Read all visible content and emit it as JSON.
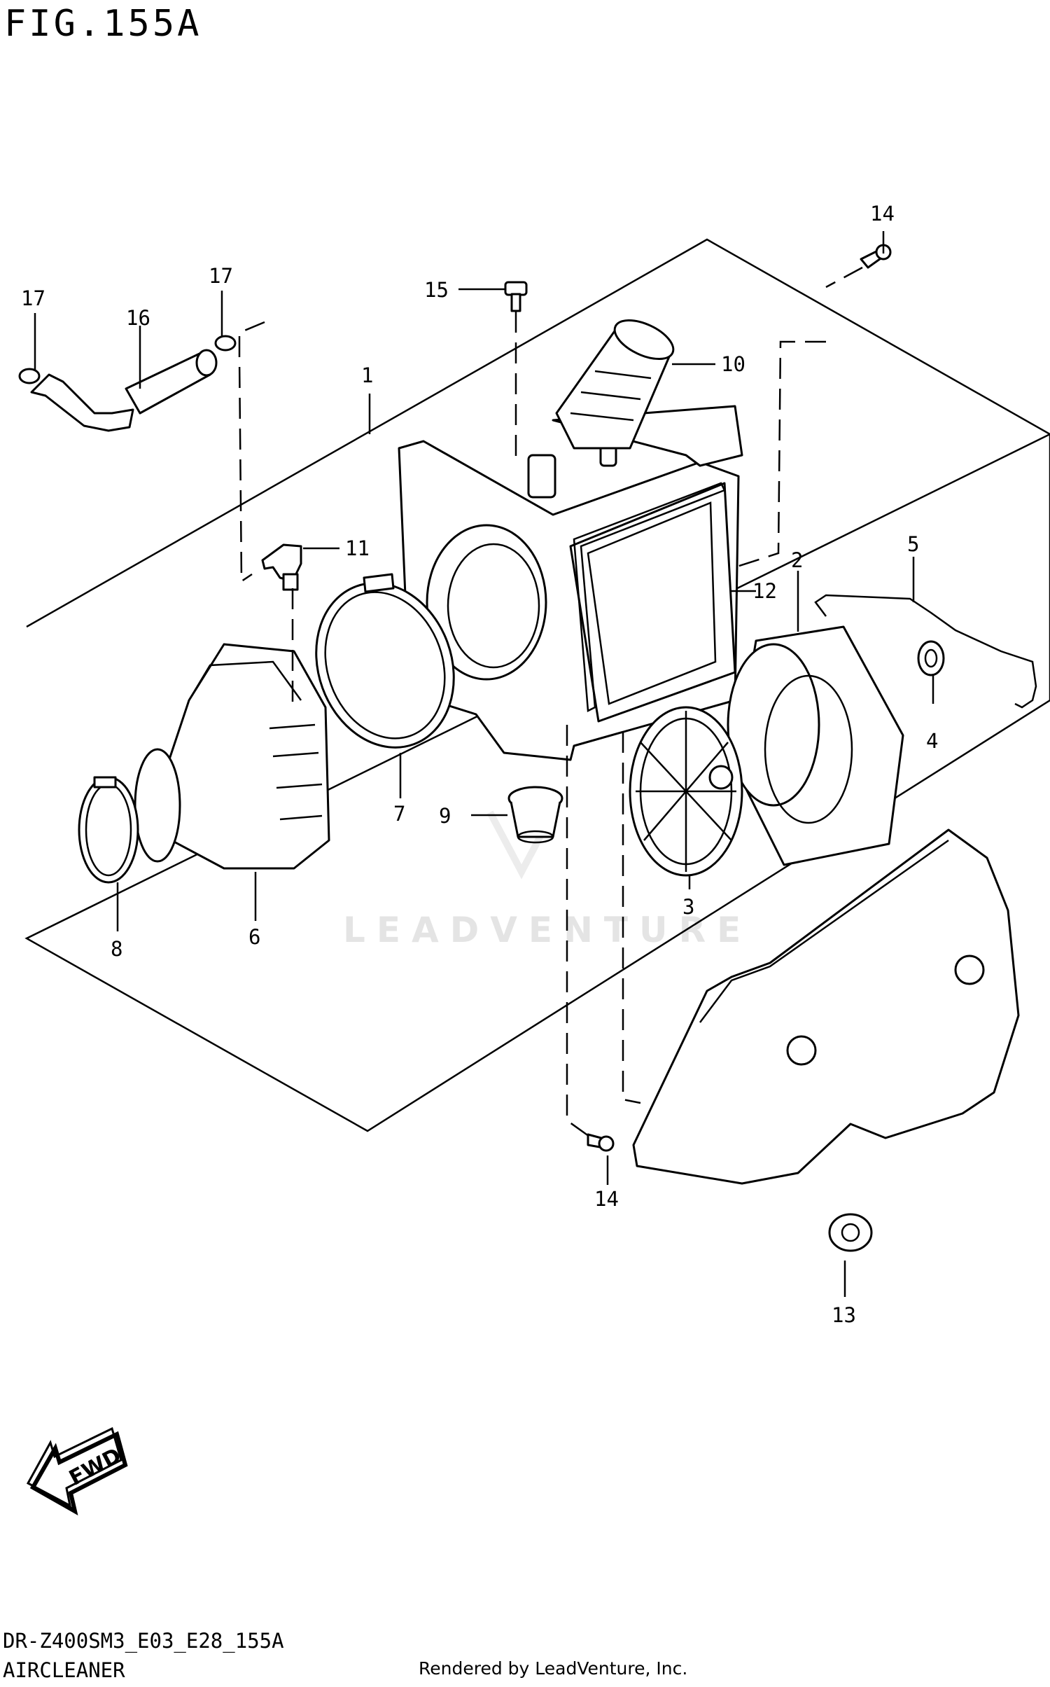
{
  "figure": {
    "title": "FIG.155A",
    "code": "DR-Z400SM3_E03_E28_155A",
    "subtitle": "AIRCLEANER",
    "rendered_by": "Rendered by LeadVenture, Inc.",
    "watermark": "LEADVENTURE",
    "fwd_label": "FWD"
  },
  "callouts": [
    "1",
    "2",
    "3",
    "4",
    "5",
    "6",
    "7",
    "8",
    "9",
    "10",
    "11",
    "12",
    "13",
    "14",
    "14",
    "15",
    "16",
    "17",
    "17"
  ]
}
